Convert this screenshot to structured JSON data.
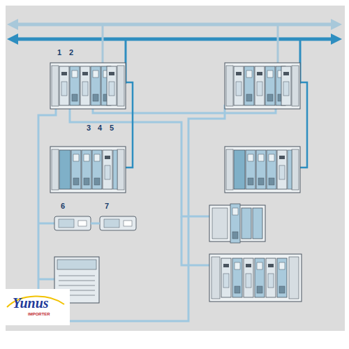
{
  "diagram": {
    "labels": [
      "1",
      "2",
      "3",
      "4",
      "5",
      "6",
      "7",
      "Yunus",
      "IMPORTER"
    ]
  }
}
